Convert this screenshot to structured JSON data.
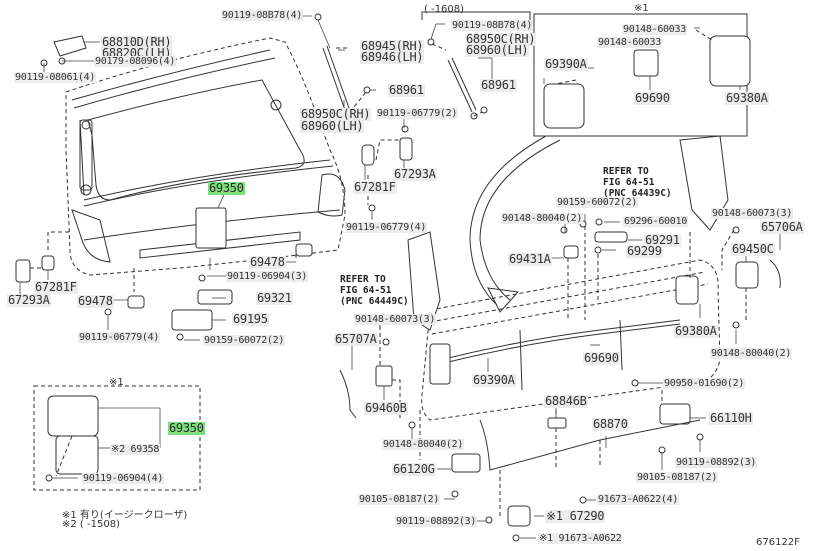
{
  "diagram": {
    "type": "parts-exploded-view",
    "figure_code": "676122F",
    "highlight_color": "#7de07d",
    "top_range_note": "(      -1608)",
    "inset_marker_top": "※1",
    "inset_marker_left": "※1",
    "refer_notes": [
      {
        "line1": "REFER TO",
        "line2": "FIG  64-51",
        "line3": "(PNC  64449C)"
      },
      {
        "line1": "REFER TO",
        "line2": "FIG  64-51",
        "line3": "(PNC  64439C)"
      }
    ],
    "footnotes": [
      "※1 有り(イージークローザ)",
      "※2 (       -1508)"
    ],
    "labels": {
      "p68810D": "68810D(RH)",
      "p68820C": "68820C(LH)",
      "p90179": "90179-08096(4)",
      "p90119_08061": "90119-08061(4)",
      "p90119_08B78_a": "90119-08B78(4)",
      "p68945": "68945(RH)",
      "p68946": "68946(LH)",
      "p68961_a": "68961",
      "p68950C_a": "68950C(RH)",
      "p68960_a": "68960(LH)",
      "p90119_08B78_b": "90119-08B78(4)",
      "p68950C_b": "68950C(RH)",
      "p68960_b": "68960(LH)",
      "p68961_b": "68961",
      "p90119_06779_2": "90119-06779(2)",
      "p67281F_a": "67281F",
      "p67293A_a": "67293A",
      "p90119_06779_4a": "90119-06779(4)",
      "p69350_main": "69350",
      "p67281F_b": "67281F",
      "p67293A_b": "67293A",
      "p69478_a": "69478",
      "p69478_b": "69478",
      "p90119_06904_3": "90119-06904(3)",
      "p69321": "69321",
      "p69195": "69195",
      "p90119_06779_4b": "90119-06779(4)",
      "p90159_60072_a": "90159-60072(2)",
      "p90148_60033_a": "90148-60033",
      "p90148_60033_b": "90148-60033",
      "p69390A_inset": "69390A",
      "p69690_inset": "69690",
      "p69380A_inset": "69380A",
      "p90159_60072_b": "90159-60072(2)",
      "p90148_80040_a": "90148-80040(2)",
      "p69296": "69296-60010",
      "p69291": "69291",
      "p69299": "69299",
      "p69431A": "69431A",
      "p90148_60073_a": "90148-60073(3)",
      "p65706A": "65706A",
      "p69450C": "69450C",
      "p90148_60073_b": "90148-60073(3)",
      "p65707A": "65707A",
      "p69390A_main": "69390A",
      "p69690_main": "69690",
      "p69380A_main": "69380A",
      "p90148_80040_b": "90148-80040(2)",
      "p69460B": "69460B",
      "p90148_80040_c": "90148-80040(2)",
      "p90950": "90950-01690(2)",
      "p68846B": "68846B",
      "p68870": "68870",
      "p66110H": "66110H",
      "p66120G": "66120G",
      "p90119_08892_a": "90119-08892(3)",
      "p90105_08187_a": "90105-08187(2)",
      "p90105_08187_b": "90105-08187(2)",
      "p91673_4": "91673-A0622(4)",
      "p90119_08892_b": "90119-08892(3)",
      "p67290": "※1 67290",
      "p91673_1": "※1 91673-A0622",
      "p69350_inset": "69350",
      "p69358": "※2 69358",
      "p90119_06904_4": "90119-06904(4)"
    }
  }
}
